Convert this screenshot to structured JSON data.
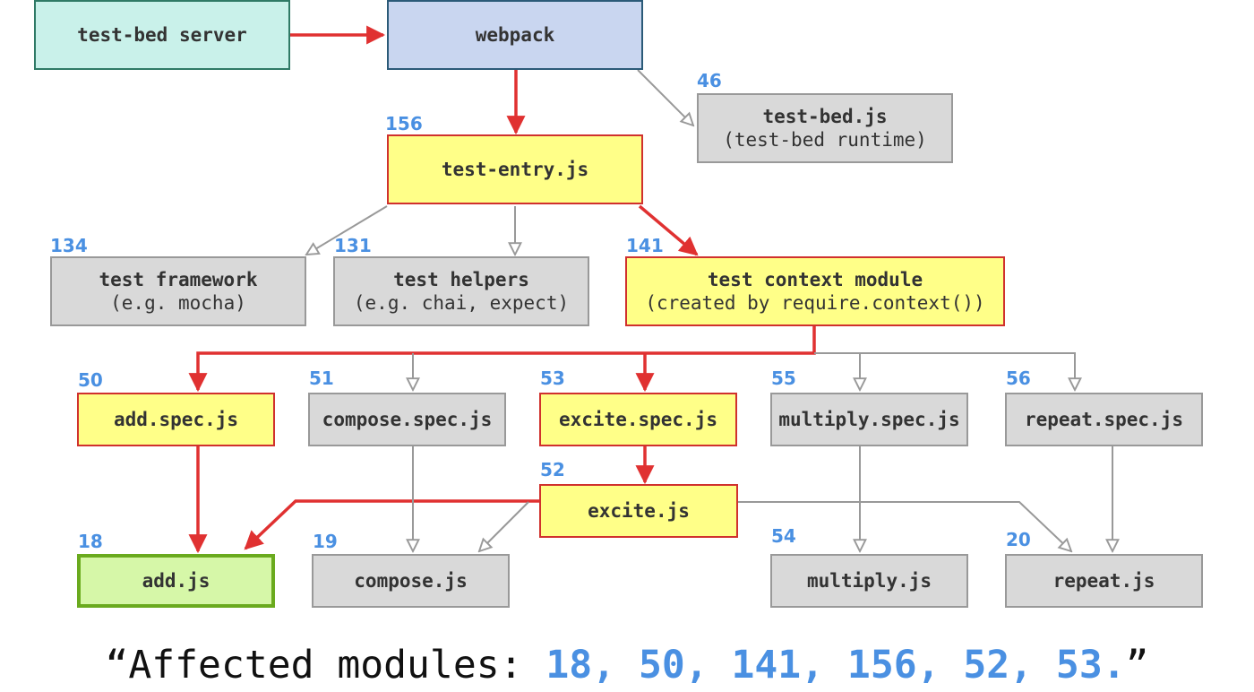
{
  "colors": {
    "red_edge": "#e03131",
    "gray_edge": "#999999",
    "id_blue": "#4a90e2",
    "server_fill": "#c9f1ea",
    "server_border": "#2f7a66",
    "webpack_fill": "#c9d6f0",
    "webpack_border": "#2b5a78",
    "yellow_fill": "#ffff88",
    "yellow_border": "#d0312d",
    "gray_fill": "#d9d9d9",
    "gray_border": "#999999",
    "green_fill": "#d6f7a8",
    "green_border": "#6aaa1e"
  },
  "nodes": {
    "server": {
      "title": "test-bed server"
    },
    "webpack": {
      "title": "webpack"
    },
    "testbed": {
      "id": "46",
      "title": "test-bed.js",
      "sub": "(test-bed runtime)"
    },
    "entry": {
      "id": "156",
      "title": "test-entry.js"
    },
    "framework": {
      "id": "134",
      "title": "test framework",
      "sub": "(e.g. mocha)"
    },
    "helpers": {
      "id": "131",
      "title": "test helpers",
      "sub": "(e.g. chai, expect)"
    },
    "context": {
      "id": "141",
      "title": "test context module",
      "sub": "(created by require.context())"
    },
    "addspec": {
      "id": "50",
      "title": "add.spec.js"
    },
    "composespec": {
      "id": "51",
      "title": "compose.spec.js"
    },
    "excitespec": {
      "id": "53",
      "title": "excite.spec.js"
    },
    "multiplyspec": {
      "id": "55",
      "title": "multiply.spec.js"
    },
    "repeatspec": {
      "id": "56",
      "title": "repeat.spec.js"
    },
    "excite": {
      "id": "52",
      "title": "excite.js"
    },
    "add": {
      "id": "18",
      "title": "add.js"
    },
    "compose": {
      "id": "19",
      "title": "compose.js"
    },
    "multiply": {
      "id": "54",
      "title": "multiply.js"
    },
    "repeat": {
      "id": "20",
      "title": "repeat.js"
    }
  },
  "caption": {
    "prefix": "“Affected modules: ",
    "ids": "18, 50, 141, 156, 52, 53.",
    "suffix": "”"
  }
}
